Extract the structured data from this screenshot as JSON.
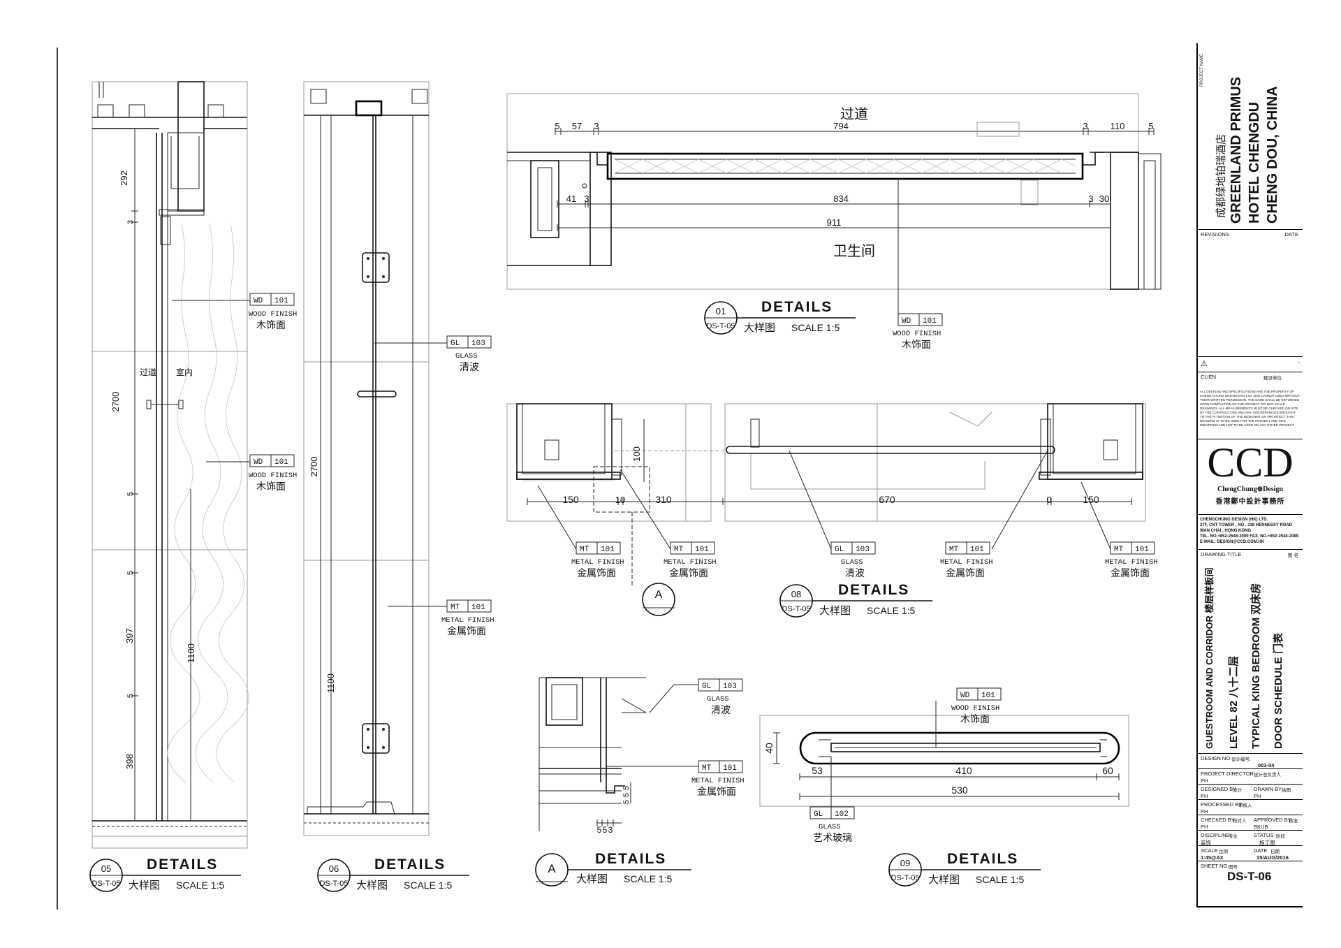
{
  "details": {
    "d01": {
      "num": "01",
      "ref": "DS-T-05",
      "title": "DETAILS",
      "cn": "大样图",
      "scale": "SCALE  1:5",
      "room_top": "过道",
      "room_bottom": "卫生间",
      "dims_top": [
        "5",
        "57",
        "3",
        "794",
        "3",
        "110",
        "5"
      ],
      "dims_mid": [
        "41",
        "3",
        "834",
        "3",
        "30"
      ],
      "dim_total": "911",
      "tags": [
        {
          "code": "WD",
          "num": "101",
          "en": "WOOD FINISH",
          "cn": "木饰面"
        }
      ]
    },
    "d05": {
      "num": "05",
      "ref": "DS-T-05",
      "title": "DETAILS",
      "cn": "大样图",
      "scale": "SCALE  1:5",
      "dims": [
        "292",
        "3",
        "2700",
        "5",
        "5",
        "397",
        "5",
        "398",
        "1100"
      ],
      "labels": [
        "过道",
        "室内"
      ],
      "tags": [
        {
          "code": "WD",
          "num": "101",
          "en": "WOOD FINISH",
          "cn": "木饰面"
        },
        {
          "code": "WD",
          "num": "101",
          "en": "WOOD FINISH",
          "cn": "木饰面"
        }
      ]
    },
    "d06": {
      "num": "06",
      "ref": "DS-T-05",
      "title": "DETAILS",
      "cn": "大样图",
      "scale": "SCALE  1:5",
      "dims": [
        "2700",
        "1100"
      ],
      "tags": [
        {
          "code": "GL",
          "num": "103",
          "en": "GLASS",
          "cn": "清波"
        },
        {
          "code": "MT",
          "num": "101",
          "en": "METAL FINISH",
          "cn": "金属饰面"
        }
      ]
    },
    "d08": {
      "num": "08",
      "ref": "DS-T-05",
      "title": "DETAILS",
      "cn": "大样图",
      "scale": "SCALE  1:5",
      "dims": [
        "100",
        "150",
        "10",
        "310",
        "670",
        "0",
        "150"
      ],
      "section_mark": "A",
      "tags": [
        {
          "code": "MT",
          "num": "101",
          "en": "METAL FINISH",
          "cn": "金属饰面"
        },
        {
          "code": "MT",
          "num": "101",
          "en": "METAL FINISH",
          "cn": "金属饰面"
        },
        {
          "code": "GL",
          "num": "103",
          "en": "GLASS",
          "cn": "清波"
        },
        {
          "code": "MT",
          "num": "101",
          "en": "METAL FINISH",
          "cn": "金属饰面"
        },
        {
          "code": "MT",
          "num": "101",
          "en": "METAL FINISH",
          "cn": "金属饰面"
        }
      ]
    },
    "dA": {
      "num": "A",
      "title": "DETAILS",
      "cn": "大样图",
      "scale": "SCALE  1:5",
      "dims": [
        "5",
        "5",
        "3",
        "5",
        "5",
        "5"
      ],
      "tags": [
        {
          "code": "GL",
          "num": "103",
          "en": "GLASS",
          "cn": "清波"
        },
        {
          "code": "MT",
          "num": "101",
          "en": "METAL FINISH",
          "cn": "金属饰面"
        }
      ]
    },
    "d09": {
      "num": "09",
      "ref": "DS-T-05",
      "title": "DETAILS",
      "cn": "大样图",
      "scale": "SCALE  1:5",
      "dims": [
        "40",
        "53",
        "410",
        "60",
        "530"
      ],
      "tags": [
        {
          "code": "WD",
          "num": "101",
          "en": "WOOD FINISH",
          "cn": "木饰面"
        },
        {
          "code": "GL",
          "num": "102",
          "en": "GLASS",
          "cn": "艺术玻璃"
        }
      ]
    }
  },
  "title_block": {
    "project_name_label": "PROJECT NAME",
    "project_cn": "成都绿地铂瑞酒店",
    "project_en": [
      "GREENLAND PRIMUS",
      "HOTEL CHENGDU",
      "CHENG DOU, CHINA"
    ],
    "revisions": "REVISIONS",
    "date_label": "DATE",
    "client": "CLIEN",
    "client_cn": "建设单位",
    "disclaimer": "ALL DESIGNS AND SPECIFICATIONS ARE THE PROPERTY OF CHENG CHUNG DESIGN (HK) LTD. AND CANNOT USED WITHOUT THEIR WRITTEN PERMISSION. THE SAME SHALL BE RETURNED UPON COMPLETION OF THE PROJECT. DO NOT SCALE DRAWINGS. ALL MEASUREMENTS MUST BE CHECKED ON SITE BY THE CONTRACTORS AND ANY DISCREPANCIES BROUGHT TO THE ATTENTION OF THE DESIGNER OR ARCHITECT. THIS DRAWING IS TO BE USED FOR THE PROJECT AND SITE IDENTIFIED AND NOT TO BE USED ON ANY OTHER PROJECT.",
    "logo": "CCD",
    "logo_sub": "ChengChung⊕Design",
    "logo_cn": "香港鄭中設計事務所",
    "company": "CHENGCHUNG DESIGN (HK) LTD.",
    "address1": "27F, CNT TOWER , NO . 338 HENNESSY ROAD",
    "address2": "WAN CHAI , HONG KONG",
    "tel": "TEL. NO.+852-2548-2009   FAX. NO.+852-2548-2089",
    "email": "E-MAIL: DESIGN@CCD.COM.HK",
    "drawing_title_label": "DRAWING TITLE",
    "drawing_title_cn_label": "图 名",
    "drawing_titles": [
      "GUESTROOM AND CORRIDOR  楼层样板间",
      "LEVEL 82  八十二层",
      "TYPICAL KING BEDROOM  双床房",
      "DOOR SCHEDULE     门表"
    ],
    "design_no_label": "DESIGN NO.",
    "design_no_cn": "设计编号:",
    "design_no": "003-04",
    "project_director": "PROJECT DIRECTOR",
    "project_director_cn": "设计总负责人",
    "pd_val": "PH",
    "designed_by": "DESIGNED BY",
    "designed_by_cn": "设计",
    "designed_val": "PH",
    "drawn_by": "DRAWN BY",
    "drawn_by_cn": "绘图",
    "drawn_val": "PH",
    "processed_by": "PROCESSED BY",
    "processed_by_cn": "审核人",
    "processed_val": "PH",
    "checked_by": "CHECKED BY",
    "checked_by_cn": "校对人",
    "checked_val": "PH",
    "approved_by": "APPROVED BY",
    "approved_by_cn": "核准",
    "approved_val": "BKUB",
    "discipline": "DISCIPLINE",
    "discipline_cn": "专业",
    "discipline_val": "装饰",
    "status": "STATUS",
    "status_cn": "阶段",
    "status_val": "施工图",
    "scale_label": "SCALE",
    "scale_cn": "比例",
    "scale_val": "1:45@A3",
    "date2_label": "DATE",
    "date2_cn": "日期",
    "date_val": "15/AUG/2016",
    "sheet_no_label": "SHEET NO.",
    "sheet_no_cn": "图号",
    "sheet_no": "DS-T-06"
  }
}
